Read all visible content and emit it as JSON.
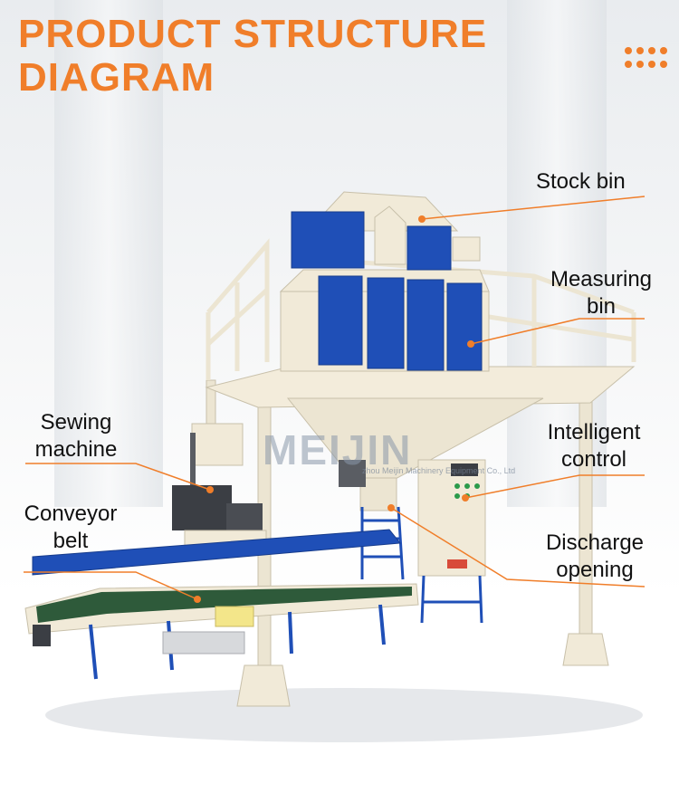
{
  "header": {
    "title_line1": "PRODUCT STRUCTURE",
    "title_line2": "DIAGRAM",
    "accent_color": "#f07e2a"
  },
  "labels": {
    "stock_bin": "Stock bin",
    "measuring_bin_1": "Measuring",
    "measuring_bin_2": "bin",
    "sewing_machine_1": "Sewing",
    "sewing_machine_2": "machine",
    "conveyor_belt_1": "Conveyor",
    "conveyor_belt_2": "belt",
    "intelligent_control_1": "Intelligent",
    "intelligent_control_2": "control",
    "discharge_opening_1": "Discharge",
    "discharge_opening_2": "opening"
  },
  "watermark": {
    "brand": "MEIJIN",
    "company": "zhou Meijin Machinery Equipment Co., Ltd"
  },
  "colors": {
    "frame": "#f1ead8",
    "panel_blue": "#1f4fb7",
    "belt_green": "#2e5a3a",
    "leader_line": "#f07e2a"
  }
}
